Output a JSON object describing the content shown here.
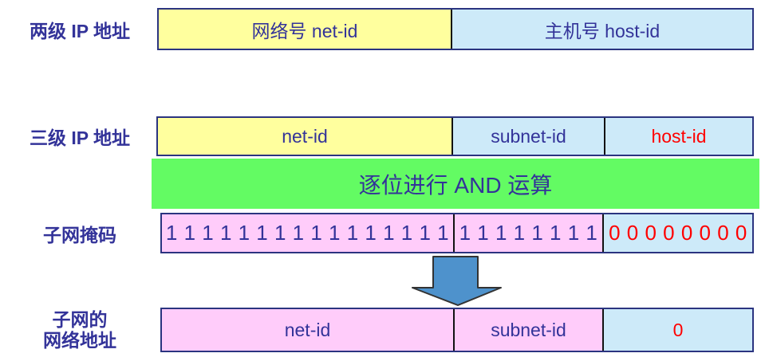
{
  "colors": {
    "yellow": "#FFFF9E",
    "light_blue": "#CDEAF9",
    "pink": "#FFCCFA",
    "green": "#63FB63",
    "navy": "#333399",
    "red": "#FF0000",
    "arrow_blue": "#4E92CC",
    "border_navy": "#2B3480"
  },
  "labels": {
    "two_level": "两级 IP 地址",
    "three_level": "三级 IP 地址",
    "subnet_mask": "子网掩码",
    "subnet_network_line1": "子网的",
    "subnet_network_line2": "网络地址"
  },
  "two_level_bar": {
    "net": "网络号 net-id",
    "host": "主机号 host-id"
  },
  "three_level_bar": {
    "net": "net-id",
    "subnet": "subnet-id",
    "host": "host-id"
  },
  "and_banner": {
    "text": "逐位进行 AND 运算"
  },
  "mask_bar": {
    "net_bits": "1 1 1 1 1 1 1 1 1 1 1 1 1 1 1 1",
    "subnet_bits": "1 1 1 1 1 1 1 1",
    "host_bits": "0 0 0 0 0 0 0 0"
  },
  "result_bar": {
    "net": "net-id",
    "subnet": "subnet-id",
    "host": "0"
  }
}
